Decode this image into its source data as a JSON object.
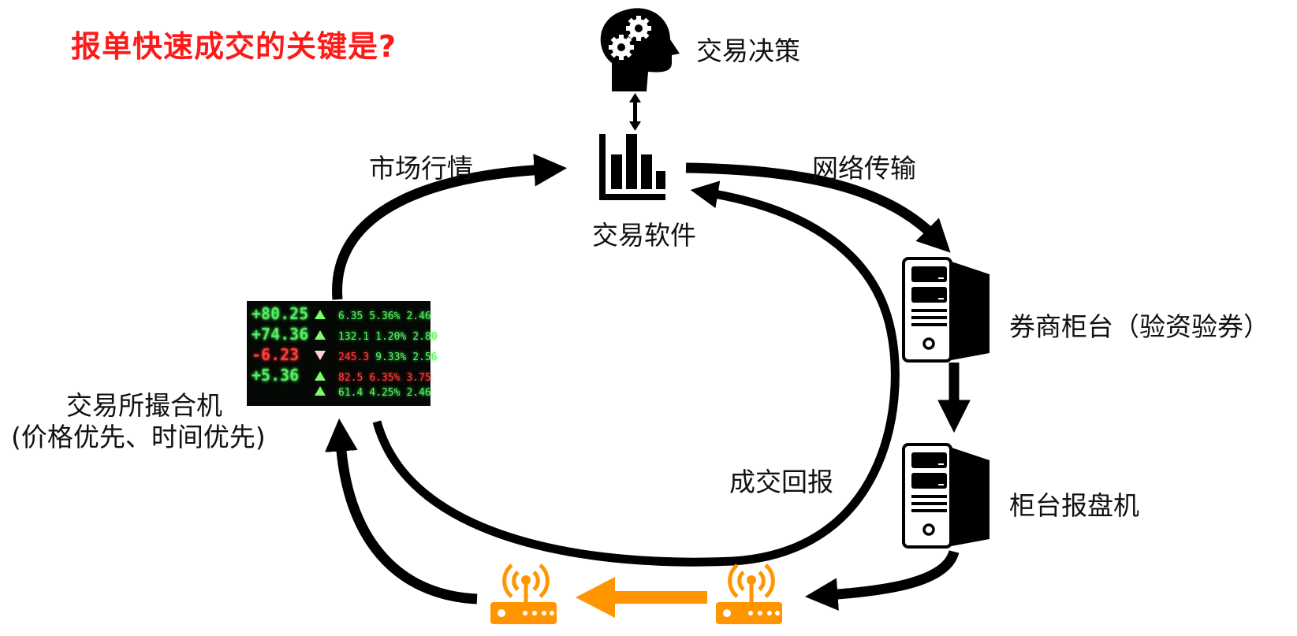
{
  "title": "报单快速成交的关键是?",
  "colors": {
    "title": "#ff1a1a",
    "arrow": "#000000",
    "wireless": "#ff9500",
    "ticker_bg": "#050805",
    "ticker_up": "#5cf26a",
    "ticker_down": "#ff4444"
  },
  "nodes": {
    "decision": {
      "label": "交易决策",
      "icon": "head-gears-icon"
    },
    "software": {
      "label": "交易软件",
      "icon": "bar-chart-icon"
    },
    "broker_counter": {
      "label": "券商柜台（验资验券）",
      "icon": "server-tower-icon"
    },
    "counter_reporter": {
      "label": "柜台报盘机",
      "icon": "server-tower-icon"
    },
    "exchange": {
      "label_line1": "交易所撮合机",
      "label_line2": "(价格优先、时间优先)",
      "icon": "stock-ticker-image"
    },
    "router_right": {
      "icon": "wireless-router-icon"
    },
    "router_left": {
      "icon": "wireless-router-icon"
    }
  },
  "edges": {
    "market_data": "市场行情",
    "network": "网络传输",
    "trade_report": "成交回报"
  },
  "ticker": {
    "rows": [
      {
        "left": "+80.25",
        "dir": "up",
        "cells": [
          "6.35",
          "5.36%",
          "2.46"
        ]
      },
      {
        "left": "+74.36",
        "dir": "up",
        "cells": [
          "132.1",
          "1.20%",
          "2.80"
        ]
      },
      {
        "left": "-6.23",
        "dir": "down",
        "cells": [
          "245.3",
          "9.33%",
          "2.56"
        ]
      },
      {
        "left": "+5.36",
        "dir": "up",
        "cells": [
          "82.5",
          "6.35%",
          "3.75"
        ]
      },
      {
        "left": "",
        "dir": "up",
        "cells": [
          "61.4",
          "4.25%",
          "2.46"
        ]
      }
    ]
  }
}
